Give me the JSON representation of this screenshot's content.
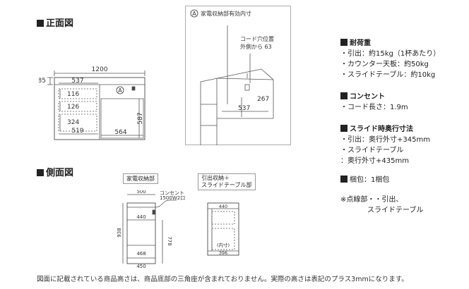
{
  "headings": {
    "front": "正面図",
    "side": "側面図"
  },
  "front": {
    "width": "1200",
    "left_h": "85",
    "top_w": "537",
    "s1": "116",
    "s2": "126",
    "s3": "324",
    "bot_w": "519",
    "circle": "A",
    "h587": "587",
    "w564": "564"
  },
  "detail": {
    "title": "家電収納部有効内寸",
    "circle": "A",
    "cord": "コード穴位置",
    "cord2": "外側から 63",
    "v267": "267",
    "v537": "537"
  },
  "side": {
    "label1": "家電収納部",
    "label2": "引出収納＋",
    "label3": "スライドテーブル部",
    "w500": "500",
    "cons1": "コンセント",
    "cons2": "1500W2口",
    "v440": "440",
    "v938": "938",
    "v778": "778",
    "v468": "468",
    "v450": "450",
    "r440": "440",
    "r_inner": "(内寸)",
    "r396": "396"
  },
  "specs": {
    "load_title": "耐荷重",
    "load_items": [
      "・引出：約15kg（1杯あたり）",
      "・カウンター天板：約50kg",
      "・スライドテーブル：約10kg"
    ],
    "outlet_title": "コンセント",
    "outlet_items": [
      "・コード長さ：1.9m"
    ],
    "slide_title": "スライド時奥行寸法",
    "slide_items": [
      "・引出：奥行外寸+345mm",
      "・スライドテーブル",
      "：奥行外寸+435mm"
    ],
    "pack": "梱包：1梱包",
    "note1": "※点線部・・引出、",
    "note2": "スライドテーブル"
  },
  "footer": "図面に記載されている商品高さは、商品底部の三角座が含まれておりません。実際の高さは表記のプラス3mmになります。"
}
